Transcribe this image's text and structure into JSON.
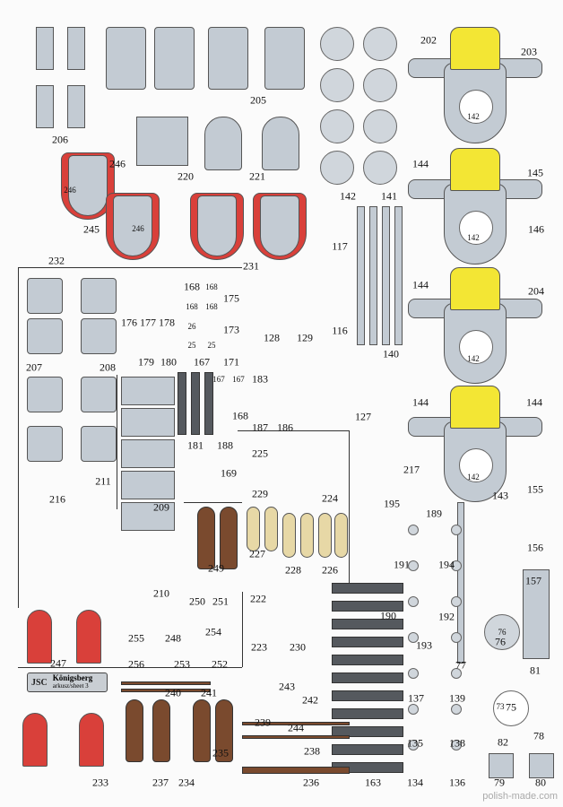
{
  "title_block": {
    "brand": "JSC",
    "ship": "Königsberg",
    "sheet": "arkusz/sheet 3"
  },
  "watermark": "polish-made.com",
  "colors": {
    "paper": "#fbfbfb",
    "grey_part": "#c3cbd3",
    "yellow": "#f3e634",
    "red": "#d9403a",
    "brown": "#7a4a2e"
  },
  "part_labels": [
    "202",
    "203",
    "205",
    "206",
    "246",
    "220",
    "221",
    "142",
    "141",
    "144",
    "145",
    "245",
    "232",
    "231",
    "117",
    "146",
    "204",
    "144",
    "144",
    "144",
    "116",
    "128",
    "129",
    "140",
    "127",
    "176 177 178",
    "175",
    "173",
    "167",
    "171",
    "179",
    "180",
    "207",
    "208",
    "183",
    "168",
    "187",
    "186",
    "181",
    "188",
    "217",
    "143",
    "155",
    "225",
    "229",
    "224",
    "195",
    "189",
    "169",
    "211",
    "209",
    "216",
    "191",
    "194",
    "156",
    "227",
    "228",
    "226",
    "249",
    "157",
    "210",
    "250",
    "251",
    "222",
    "190",
    "192",
    "76",
    "81",
    "255",
    "248",
    "254",
    "247",
    "256",
    "253",
    "252",
    "223",
    "230",
    "193",
    "77",
    "137",
    "139",
    "75",
    "240",
    "241",
    "243",
    "242",
    "78",
    "239",
    "244",
    "82",
    "238",
    "135",
    "138",
    "235",
    "233",
    "237",
    "234",
    "236",
    "163",
    "134",
    "136",
    "79",
    "80",
    "168",
    "168",
    "168",
    "168",
    "25",
    "25",
    "26",
    "167",
    "167",
    "142",
    "142",
    "142",
    "142",
    "73",
    "76",
    "246",
    "246"
  ]
}
